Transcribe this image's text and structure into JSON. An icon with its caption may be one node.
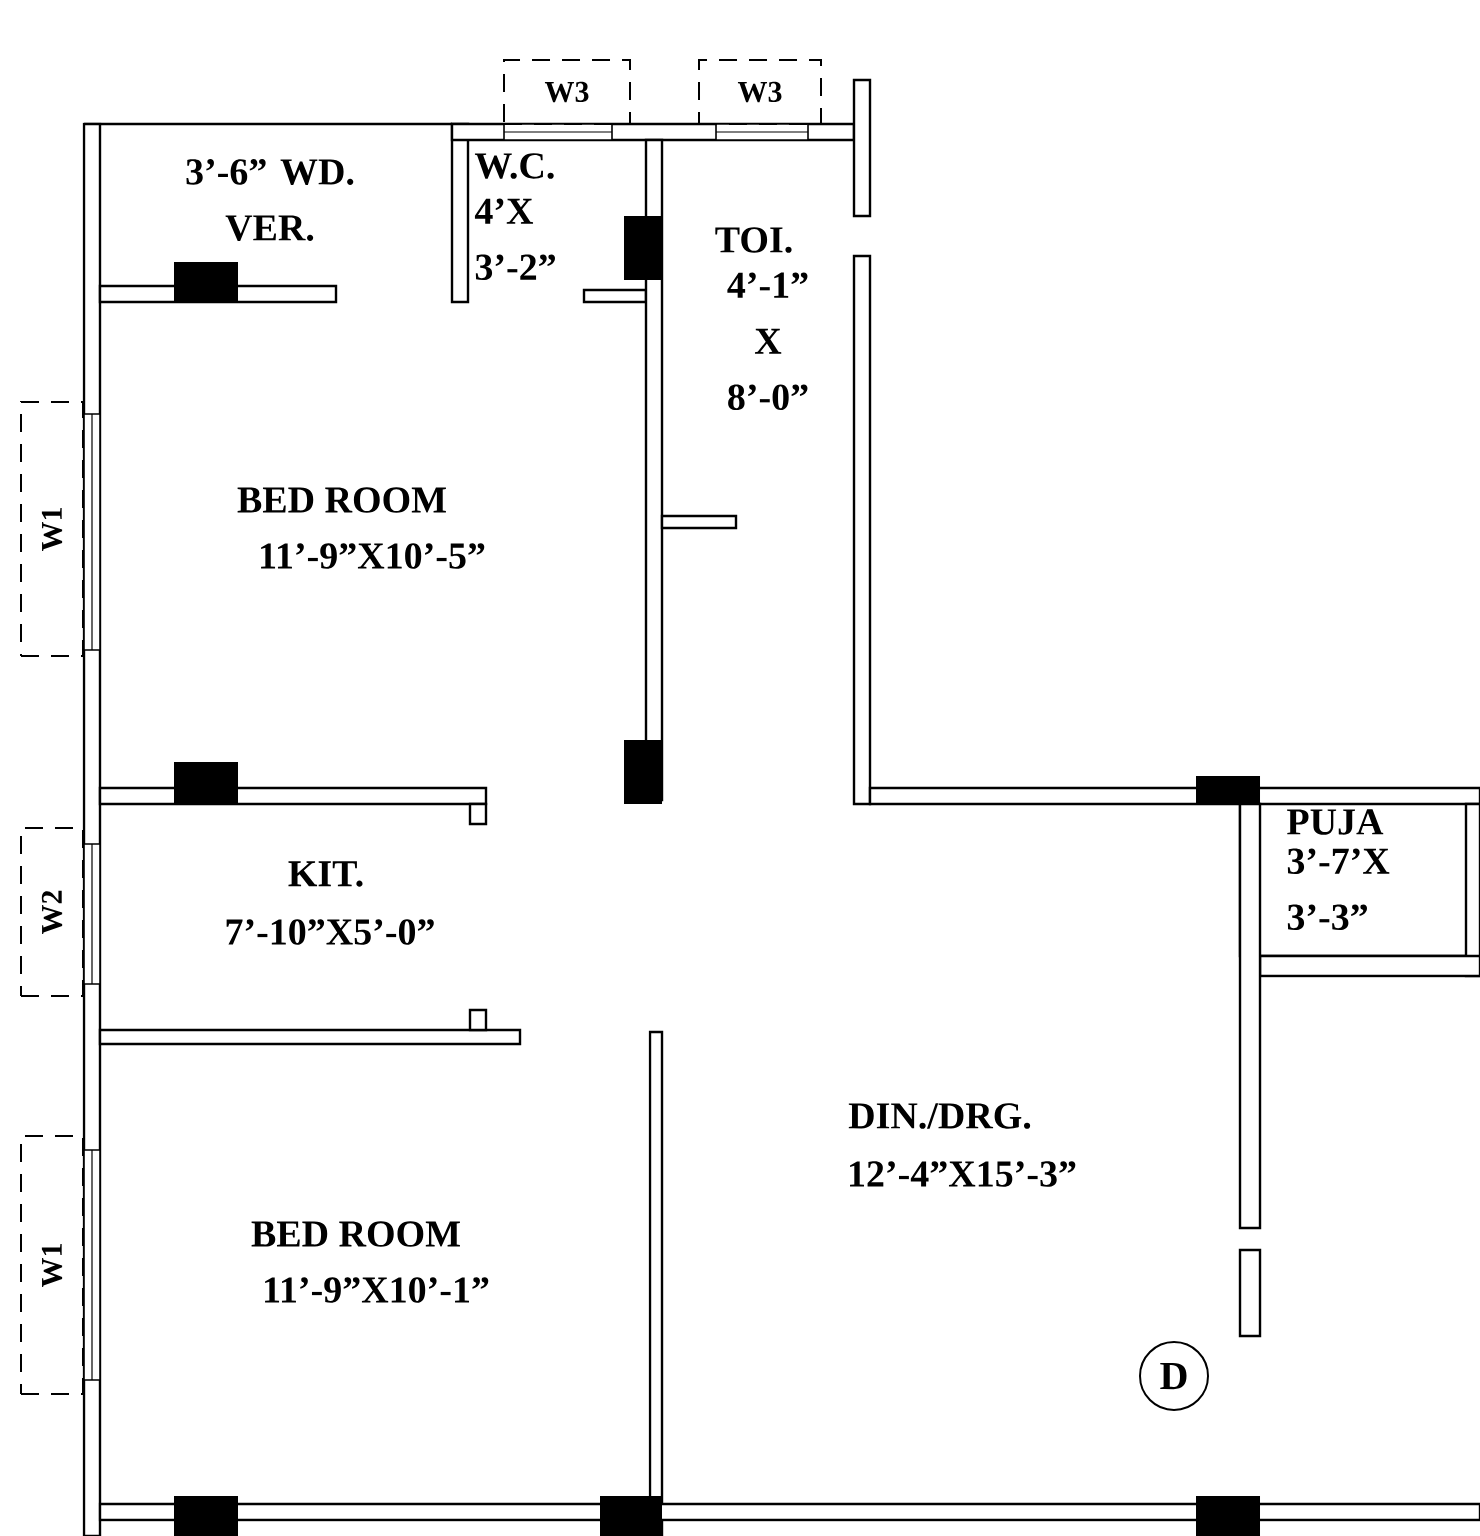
{
  "diagram": {
    "nodes": [
      {
        "text": [
          "W3"
        ]
      },
      {
        "text": [
          "W3"
        ]
      },
      {
        "text": [
          "W1"
        ]
      },
      {
        "text": [
          "W2"
        ]
      },
      {
        "text": [
          "W1"
        ]
      },
      {
        "text": [
          "D"
        ]
      }
    ],
    "labels": [
      "3’-6” WD. VER.",
      "W.C.",
      "4’X 3’-2”",
      "TOI.",
      "4’-1” X 8’-0”",
      "BED ROOM",
      "11’-9”X10’-5”",
      "PUJA",
      "3’-7’X 3’-3”",
      "KIT.",
      "7’-10”X5’-0”",
      "DIN./DRG.",
      "12’-4”X15’-3”",
      "BED ROOM",
      "11’-9”X10’-1”"
    ]
  }
}
